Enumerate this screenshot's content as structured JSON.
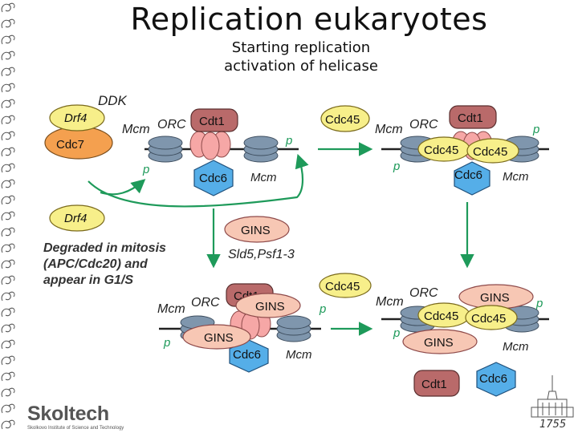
{
  "slide": {
    "title": "Replication eukaryotes",
    "subtitle_line1": "Starting replication",
    "subtitle_line2": "activation of helicase"
  },
  "diagram": {
    "ddk": "DDK",
    "drf4": "Drf4",
    "cdc7": "Cdc7",
    "mcm": "Mcm",
    "orc": "ORC",
    "cdt1": "Cdt1",
    "cdc6": "Cdc6",
    "cdc45": "Cdc45",
    "gins": "GINS",
    "p": "p",
    "gins_subunits": "Sld5,Psf1-3",
    "degraded_line1": "Degraded in mitosis",
    "degraded_line2": "(APC/Cdc20) and",
    "degraded_line3": "appear in G1/S"
  },
  "footer": {
    "logo_name": "Skoltech",
    "logo_subtitle": "Skolkovo Institute of Science and Technology",
    "year": "1755"
  },
  "colors": {
    "mcm_blue": "#7f96ad",
    "orc_pink": "#f6a7a6",
    "cdt1": "#b96a6a",
    "cdc6": "#55aee8",
    "drf4": "#f7ef8a",
    "cdc7": "#f4a04f",
    "cdc45": "#f7ef8a",
    "gins": "#f7c7b4",
    "arrow_green": "#1e9a5a",
    "dna_line": "#222222"
  }
}
